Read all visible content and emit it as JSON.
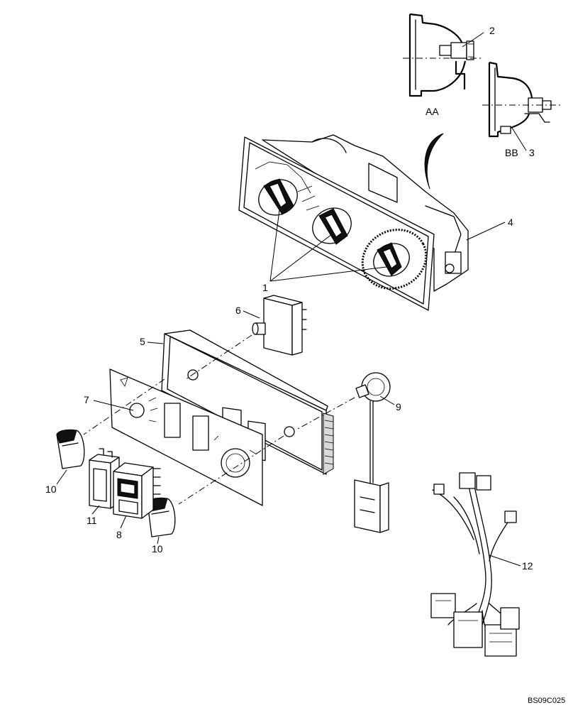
{
  "callouts": {
    "c1": "1",
    "c2": "2",
    "c3": "3",
    "c4": "4",
    "c5": "5",
    "c6": "6",
    "c7": "7",
    "c8": "8",
    "c9": "9",
    "c10a": "10",
    "c10b": "10",
    "c11": "11",
    "c12": "12"
  },
  "section_labels": {
    "aa": "AA",
    "bb": "BB"
  },
  "drawing_code": "BS09C025"
}
